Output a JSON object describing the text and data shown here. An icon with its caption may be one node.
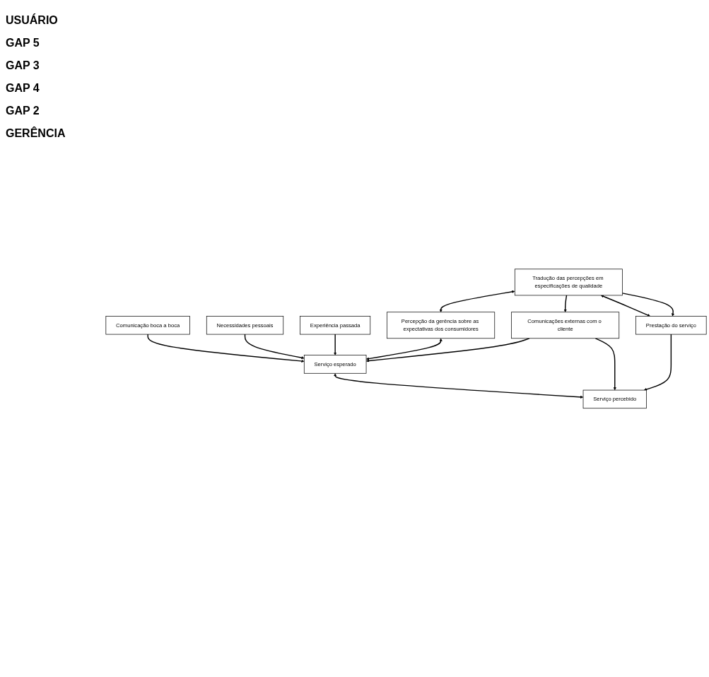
{
  "diagram": {
    "nodes": [
      {
        "text": [
          "Comunicação boca a boca"
        ]
      },
      {
        "text": [
          "Necessidades pessoais"
        ]
      },
      {
        "text": [
          "Experiência passada"
        ]
      },
      {
        "text": [
          "Serviço esperado"
        ]
      },
      {
        "text": [
          "Serviço percebido"
        ]
      },
      {
        "text": [
          "Prestação do serviço"
        ]
      },
      {
        "text": [
          "Comunicações externas com o cliente"
        ]
      },
      {
        "text": [
          "Tradução das percepções em especificações de qualidade"
        ]
      },
      {
        "text": [
          "Percepção da gerência sobre as expectativas dos consumidores"
        ]
      }
    ],
    "edges": [
      {
        "from": 0,
        "to": 3,
        "arrow": "to"
      },
      {
        "from": 1,
        "to": 3,
        "arrow": "to"
      },
      {
        "from": 2,
        "to": 3,
        "arrow": "to"
      },
      {
        "from": 8,
        "to": 3,
        "arrow": "both"
      },
      {
        "from": 3,
        "to": 4,
        "arrow": "both"
      },
      {
        "from": 6,
        "to": 3,
        "arrow": "to"
      },
      {
        "from": 6,
        "to": 4,
        "arrow": "to"
      },
      {
        "from": 5,
        "to": 4,
        "arrow": "to"
      },
      {
        "from": 7,
        "to": 5,
        "arrow": "both"
      },
      {
        "from": 7,
        "to": 5,
        "arrow": "to"
      },
      {
        "from": 7,
        "to": 6,
        "arrow": "to"
      },
      {
        "from": 7,
        "to": 8,
        "arrow": "both"
      }
    ],
    "labels": [
      "USUÁRIO",
      "GAP 5",
      "GAP 3",
      "GAP 4",
      "GAP 2",
      "GERÊNCIA"
    ]
  }
}
